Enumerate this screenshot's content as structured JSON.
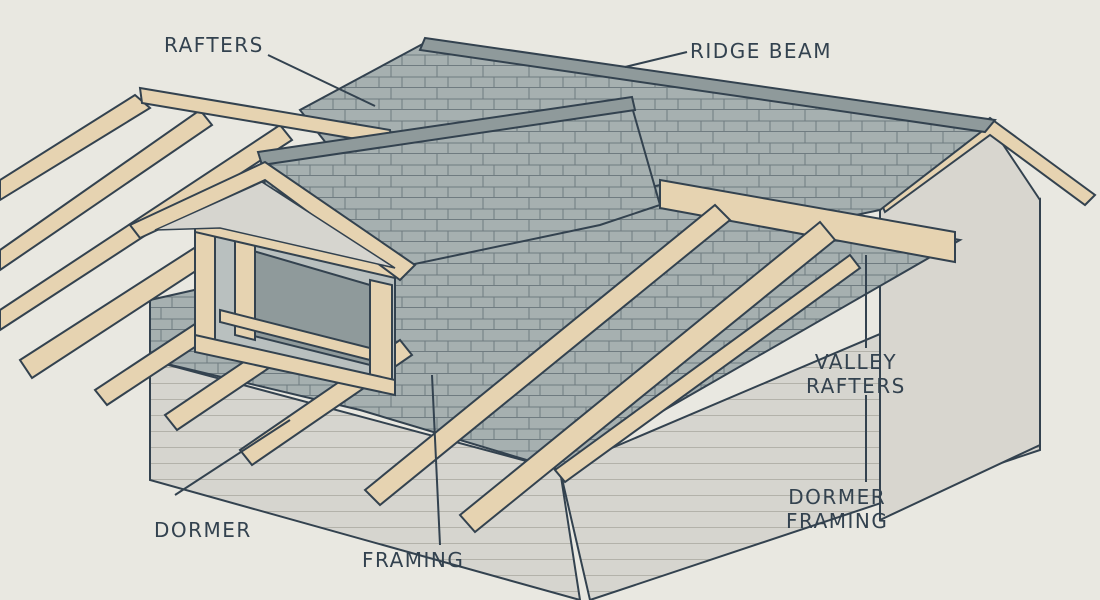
{
  "labels": {
    "rafters": "RAFTERS",
    "ridge_beam": "RIDGE BEAM",
    "valley_rafters": [
      "VALLEY",
      "RAFTERS"
    ],
    "dormer_framing": [
      "DORMER",
      "FRAMING"
    ],
    "dormer": "DORMER",
    "framing": "FRAMING"
  },
  "colors": {
    "background": "#e9e8e1",
    "shingle": "#a6b0b0",
    "shingle_dark": "#8f9a9b",
    "timber": "#e6d3b1",
    "timber_shade": "#cdb58e",
    "siding": "#d6d5cf",
    "outline": "#33424f"
  }
}
